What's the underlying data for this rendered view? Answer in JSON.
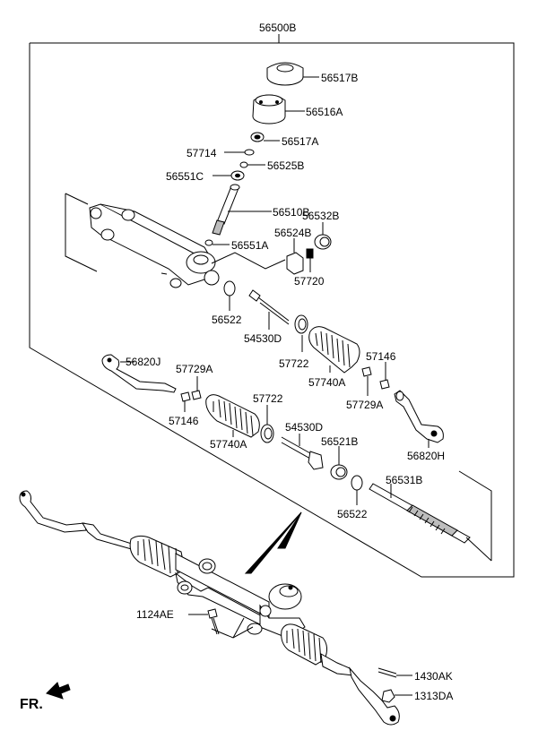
{
  "diagram": {
    "assembly_label": "56500B",
    "labels": {
      "p56517B": "56517B",
      "p56516A": "56516A",
      "p56517A": "56517A",
      "p57714": "57714",
      "p56525B": "56525B",
      "p56551C": "56551C",
      "p56510B": "56510B",
      "p56532B": "56532B",
      "p56524B": "56524B",
      "p56551A": "56551A",
      "p57720": "57720",
      "p56522a": "56522",
      "p54530Da": "54530D",
      "p57722a": "57722",
      "p57740Aa": "57740A",
      "p57146a": "57146",
      "p56820J": "56820J",
      "p57729Aa": "57729A",
      "p57146b": "57146",
      "p57722b": "57722",
      "p57740Ab": "57740A",
      "p54530Db": "54530D",
      "p56521B": "56521B",
      "p57729Ab": "57729A",
      "p56820H": "56820H",
      "p56531B": "56531B",
      "p56522b": "56522",
      "p1124AE": "1124AE",
      "p1430AK": "1430AK",
      "p1313DA": "1313DA"
    },
    "direction_label": "FR."
  }
}
